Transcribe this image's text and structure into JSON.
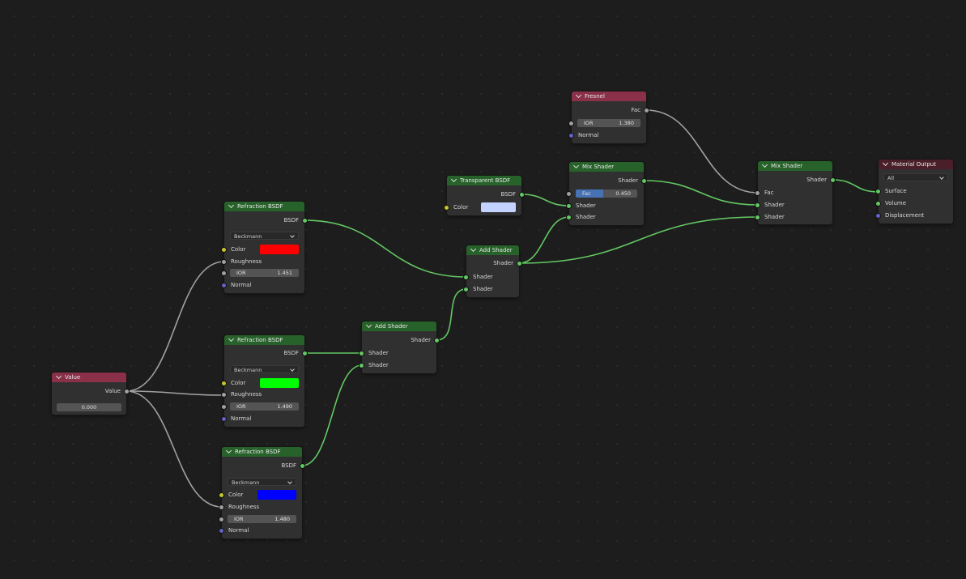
{
  "nodes": {
    "value": {
      "title": "Value",
      "out_label": "Value",
      "field_value": "0.000"
    },
    "refraction1": {
      "title": "Refraction BSDF",
      "out_label": "BSDF",
      "distribution": "Beckmann",
      "color_label": "Color",
      "color": "#ff0000",
      "roughness_label": "Roughness",
      "ior_label": "IOR",
      "ior_value": "1.451",
      "normal_label": "Normal"
    },
    "refraction2": {
      "title": "Refraction BSDF",
      "out_label": "BSDF",
      "distribution": "Beckmann",
      "color_label": "Color",
      "color": "#00ff00",
      "roughness_label": "Roughness",
      "ior_label": "IOR",
      "ior_value": "1.490",
      "normal_label": "Normal"
    },
    "refraction3": {
      "title": "Refraction BSDF",
      "out_label": "BSDF",
      "distribution": "Beckmann",
      "color_label": "Color",
      "color": "#0000ff",
      "roughness_label": "Roughness",
      "ior_label": "IOR",
      "ior_value": "1.480",
      "normal_label": "Normal"
    },
    "add1": {
      "title": "Add Shader",
      "out_label": "Shader",
      "in1_label": "Shader",
      "in2_label": "Shader"
    },
    "add2": {
      "title": "Add Shader",
      "out_label": "Shader",
      "in1_label": "Shader",
      "in2_label": "Shader"
    },
    "transparent": {
      "title": "Transparent BSDF",
      "out_label": "BSDF",
      "color_label": "Color",
      "color": "#c4d2ff"
    },
    "fresnel": {
      "title": "Fresnel",
      "out_label": "Fac",
      "ior_label": "IOR",
      "ior_value": "1.380",
      "normal_label": "Normal"
    },
    "mix1": {
      "title": "Mix Shader",
      "out_label": "Shader",
      "fac_label": "Fac",
      "fac_value": "0.450",
      "fac_fraction": 0.45,
      "in1_label": "Shader",
      "in2_label": "Shader"
    },
    "mix2": {
      "title": "Mix Shader",
      "out_label": "Shader",
      "fac_label": "Fac",
      "in1_label": "Shader",
      "in2_label": "Shader"
    },
    "output": {
      "title": "Material Output",
      "target": "All",
      "surface_label": "Surface",
      "volume_label": "Volume",
      "displacement_label": "Displacement"
    }
  },
  "colors": {
    "link_shader": "#63c763",
    "link_value": "#a1a1a1",
    "header_shader": "#27622a",
    "header_input": "#8a3049",
    "header_output": "#4a1f2a"
  }
}
